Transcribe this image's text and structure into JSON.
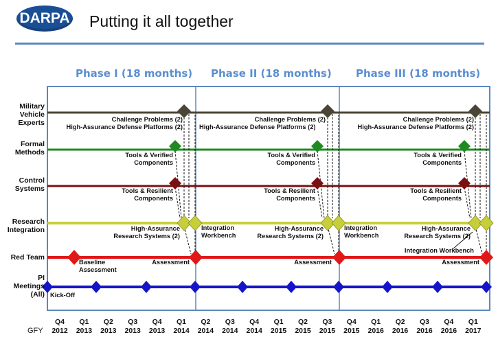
{
  "logo_text": "DARPA",
  "title": "Putting it all together",
  "phases": [
    {
      "label": "Phase I (18 months)"
    },
    {
      "label": "Phase II (18 months)"
    },
    {
      "label": "Phase III (18 months)"
    }
  ],
  "rows": [
    {
      "label": "Military Vehicle Experts",
      "color": "#4a4535"
    },
    {
      "label": "Formal Methods",
      "color": "#1f8a1f"
    },
    {
      "label": "Control Systems",
      "color": "#7a1010"
    },
    {
      "label": "Research Integration",
      "color": "#c6cf3a"
    },
    {
      "label": "Red Team",
      "color": "#e01818"
    },
    {
      "label": "PI Meetings (All)",
      "color": "#1515c8"
    }
  ],
  "annotations": {
    "challenge_1": "Challenge Problems (2)",
    "platforms_1": "High-Assurance Defense Platforms (2)",
    "tools_verified_1": "Tools & Verified",
    "components_v1": "Components",
    "tools_resilient_1": "Tools & Resilient",
    "components_r1": "Components",
    "ha_research_1": "High-Assurance",
    "ha_systems_1": "Research Systems (2)",
    "baseline_1": "Baseline",
    "baseline_2": "Assessment",
    "assessment_1": "Assessment",
    "kickoff": "Kick-Off",
    "challenge_2": "Challenge Problems (2)",
    "platforms_2": "High-Assurance Defense Platforms (2)",
    "tools_verified_2": "Tools & Verified",
    "components_v2": "Components",
    "tools_resilient_2": "Tools & Resilient",
    "components_r2": "Components",
    "integration_1a": "Integration",
    "integration_1b": "Workbench",
    "ha_research_2": "High-Assurance",
    "ha_systems_2": "Research Systems (2)",
    "assessment_2": "Assessment",
    "challenge_3": "Challenge Problems (2)",
    "platforms_3": "High-Assurance Defense Platforms (2)",
    "tools_verified_3": "Tools & Verified",
    "components_v3": "Components",
    "tools_resilient_3": "Tools & Resilient",
    "components_r3": "Components",
    "integration_2a": "Integration",
    "integration_2b": "Workbench",
    "ha_research_3": "High-Assurance",
    "ha_systems_3": "Research Systems (2)",
    "integration_workbench_3": "Integration Workbench",
    "assessment_3": "Assessment"
  },
  "axis": {
    "label": "GFY",
    "quarters": [
      {
        "q": "Q4",
        "y": "2012"
      },
      {
        "q": "Q1",
        "y": "2013"
      },
      {
        "q": "Q2",
        "y": "2013"
      },
      {
        "q": "Q3",
        "y": "2013"
      },
      {
        "q": "Q4",
        "y": "2013"
      },
      {
        "q": "Q1",
        "y": "2014"
      },
      {
        "q": "Q2",
        "y": "2014"
      },
      {
        "q": "Q3",
        "y": "2014"
      },
      {
        "q": "Q4",
        "y": "2014"
      },
      {
        "q": "Q1",
        "y": "2015"
      },
      {
        "q": "Q2",
        "y": "2015"
      },
      {
        "q": "Q3",
        "y": "2015"
      },
      {
        "q": "Q4",
        "y": "2015"
      },
      {
        "q": "Q1",
        "y": "2016"
      },
      {
        "q": "Q2",
        "y": "2016"
      },
      {
        "q": "Q3",
        "y": "2016"
      },
      {
        "q": "Q4",
        "y": "2016"
      },
      {
        "q": "Q1",
        "y": "2017"
      }
    ]
  }
}
